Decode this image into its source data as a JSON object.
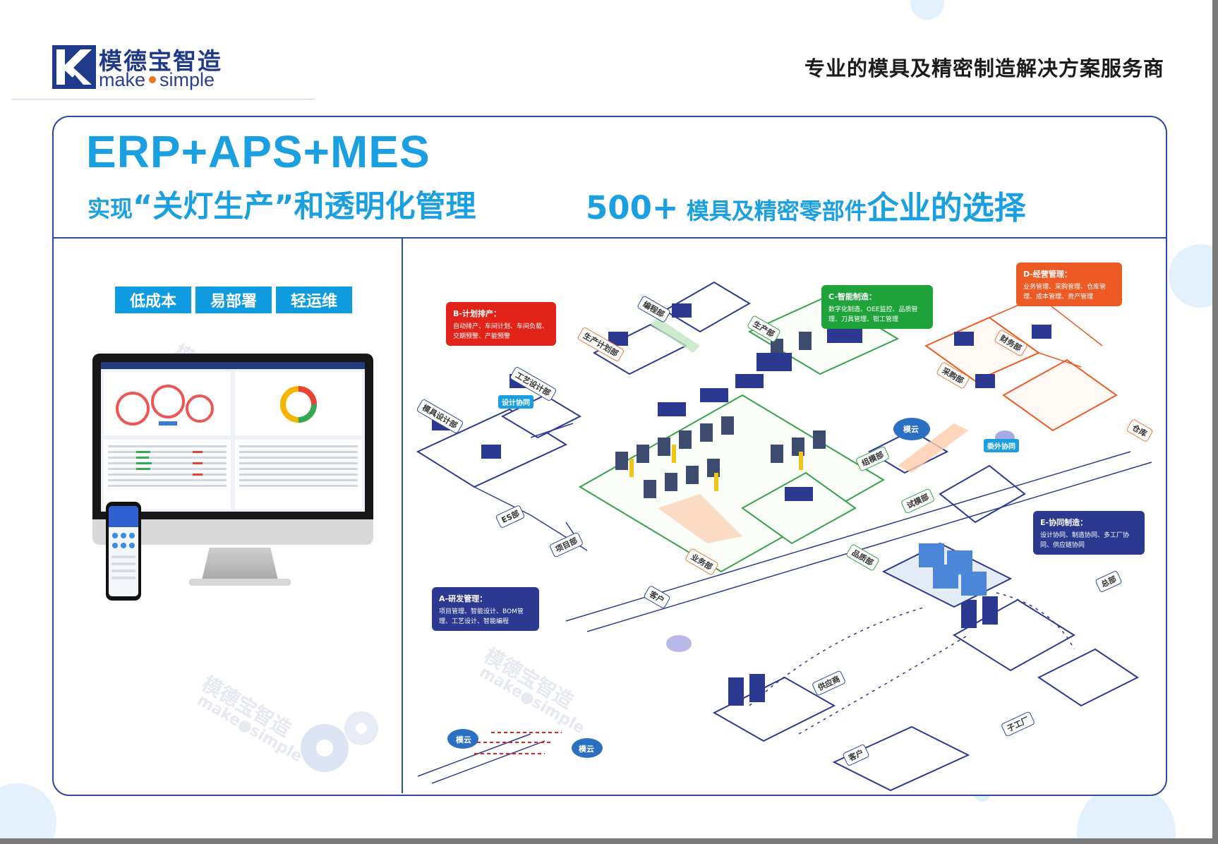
{
  "header": {
    "logo_cn": "模德宝智造",
    "logo_en_left": "make",
    "logo_en_right": "simple",
    "tagline": "专业的模具及精密制造解决方案服务商"
  },
  "hero": {
    "title": "ERP+APS+MES",
    "subtitle_prefix": "实现",
    "subtitle_quote": "“关灯生产”",
    "subtitle_suffix": "和透明化管理",
    "claim_num": "500+",
    "claim_mid": "模具及精密零部件",
    "claim_end": "企业的选择"
  },
  "features": [
    "低成本",
    "易部署",
    "轻运维"
  ],
  "watermarks": [
    "模德宝智造",
    "make●simple"
  ],
  "callouts": {
    "a": {
      "title": "A-研发管理：",
      "desc": "项目管理、智能设计、BOM管理、工艺设计、智能编程",
      "color": "#2b3990"
    },
    "b": {
      "title": "B-计划排产：",
      "desc": "自动排产、车间计划、车间负载、交期预警、产能预警",
      "color": "#e2231a"
    },
    "c": {
      "title": "C-智能制造：",
      "desc": "数字化制造、OEE监控、品质管理、刀具管理、钳工管理",
      "color": "#1fa33b"
    },
    "d": {
      "title": "D-经营管理：",
      "desc": "业务管理、采购管理、仓库管理、成本管理、资产管理",
      "color": "#ee5a24"
    },
    "e": {
      "title": "E-协同制造：",
      "desc": "设计协同、制造协同、多工厂协同、供应链协同",
      "color": "#2b3990"
    }
  },
  "departments": {
    "mold_design": "模具设计部",
    "process_design": "工艺设计部",
    "design_collab": "设计协同",
    "programming": "编程部",
    "prod_plan": "生产计划部",
    "production": "生产部",
    "es": "ES部",
    "project": "项目部",
    "sales": "业务部",
    "customer": "客户",
    "assembly": "组模部",
    "trial": "试模部",
    "quality": "品质部",
    "finance": "财务部",
    "purchase": "采购部",
    "warehouse": "仓库",
    "outsource": "委外协同",
    "hq": "总部",
    "supplier": "供应商",
    "customer2": "客户",
    "subfactory": "子工厂"
  },
  "cloud_label": "模云"
}
